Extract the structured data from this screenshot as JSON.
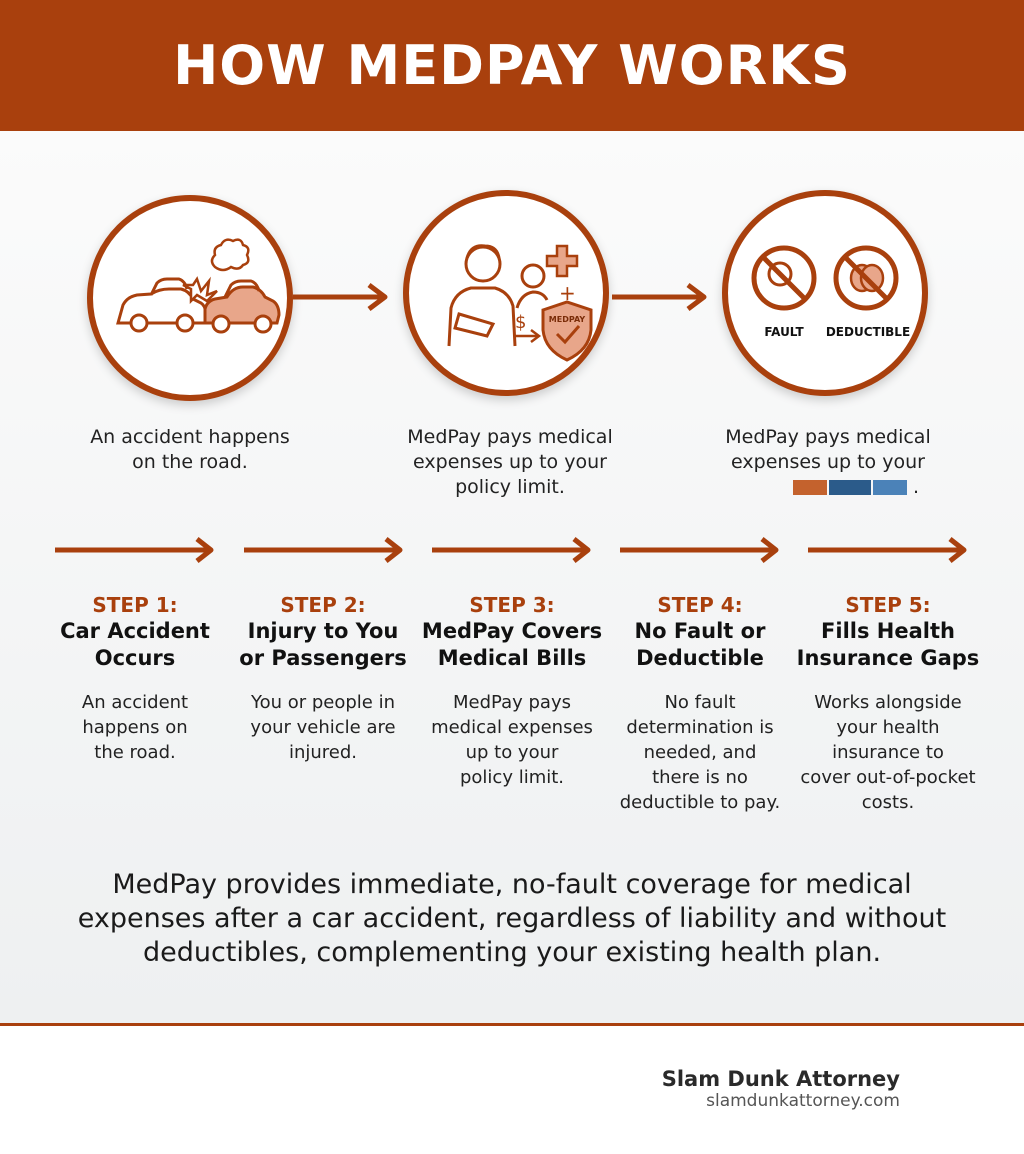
{
  "header": {
    "title": "HOW MEDPAY WORKS"
  },
  "colors": {
    "brand": "#a9400d",
    "accent_light": "#e8a68a",
    "text": "#222222"
  },
  "illustrations": [
    {
      "icon": "car-crash-icon"
    },
    {
      "icon": "injured-person-medpay-icon",
      "shield_text": "MEDPAY"
    },
    {
      "icon": "no-fault-no-deductible-icon",
      "left_label": "FAULT",
      "right_label": "DEDUCTIBLE"
    }
  ],
  "captions": [
    {
      "text": "An accident happens\non the road."
    },
    {
      "text": "MedPay pays medical\nexpenses up to your\npolicy limit."
    },
    {
      "text": "MedPay pays medical\nexpenses up to your",
      "suffix": "."
    }
  ],
  "steps": [
    {
      "label": "STEP 1:",
      "title": "Car Accident\nOccurs",
      "desc": "An accident\nhappens on\nthe road."
    },
    {
      "label": "STEP 2:",
      "title": "Injury to You\nor Passengers",
      "desc": "You or people in\nyour vehicle are\ninjured."
    },
    {
      "label": "STEP 3:",
      "title": "MedPay Covers\nMedical Bills",
      "desc": "MedPay pays\nmedical expenses\nup to your\npolicy limit."
    },
    {
      "label": "STEP 4:",
      "title": "No Fault or\nDeductible",
      "desc": "No fault\ndetermination is\nneeded, and\nthere is no\ndeductible to pay."
    },
    {
      "label": "STEP 5:",
      "title": "Fills Health\nInsurance Gaps",
      "desc": "Works alongside\nyour health\ninsurance to\ncover out-of-pocket\ncosts."
    }
  ],
  "summary": "MedPay provides immediate, no-fault coverage for medical expenses after a car accident, regardless of liability and without deductibles, complementing your existing health plan.",
  "footer": {
    "brand": "Slam Dunk Attorney",
    "url": "slamdunkattorney.com"
  }
}
